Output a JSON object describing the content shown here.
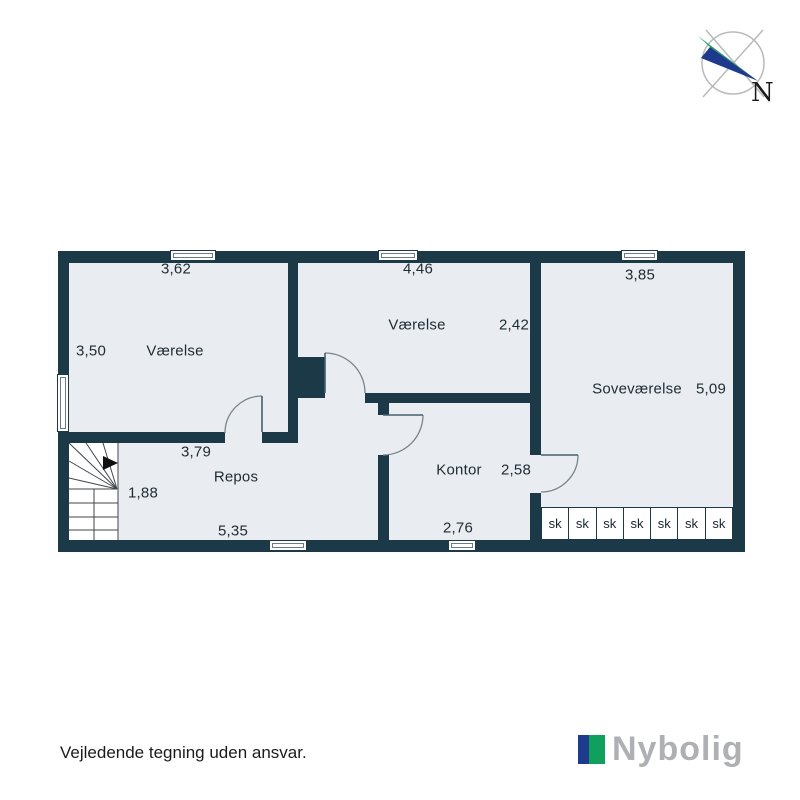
{
  "page": {
    "disclaimer": "Vejledende tegning uden ansvar."
  },
  "compass": {
    "north_label": "N"
  },
  "rooms": [
    {
      "name": "Værelse",
      "width": "3,62",
      "depth": "3,50"
    },
    {
      "name": "Værelse",
      "width": "4,46",
      "depth": "2,42"
    },
    {
      "name": "Soveværelse",
      "width": "3,85",
      "depth": "5,09"
    }
  ],
  "repos": {
    "name": "Repos",
    "top": "3,79",
    "stair": "1,88",
    "bottom": "5,35"
  },
  "kontor": {
    "name": "Kontor",
    "depth": "2,58",
    "bottom": "2,76"
  },
  "closets": {
    "label": "sk",
    "count": 7
  },
  "logo": {
    "brand": "Nybolig"
  },
  "colors": {
    "wall": "#1c3947",
    "room_fill": "#e9edf1",
    "logo_blue": "#1e3a8d",
    "logo_green": "#0fa05e",
    "logo_text": "#aeb0b3",
    "compass_green": "#1fa05a",
    "compass_blue": "#1d3a8c"
  }
}
